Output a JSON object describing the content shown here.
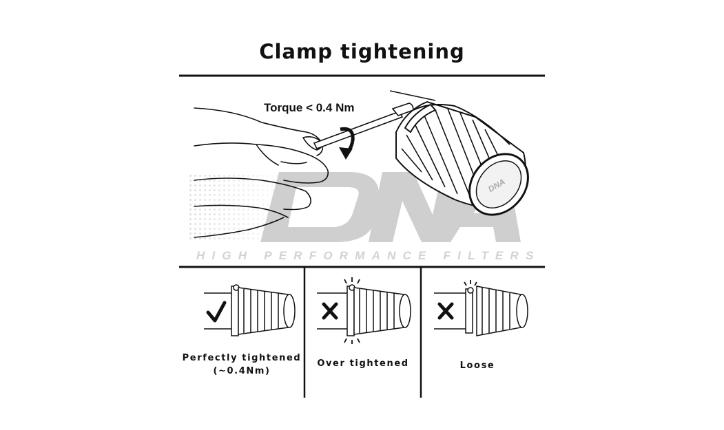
{
  "title": "Clamp tightening",
  "torque_label": "Torque < 0.4 Nm",
  "brand": {
    "logo": "DNA",
    "tagline": "HIGH PERFORMANCE FILTERS"
  },
  "panels": [
    {
      "label_line1": "Perfectly tightened",
      "label_line2": "(~0.4Nm)",
      "mark": "check-icon"
    },
    {
      "label_line1": "Over tightened",
      "label_line2": "",
      "mark": "cross-icon"
    },
    {
      "label_line1": "Loose",
      "label_line2": "",
      "mark": "cross-icon"
    }
  ]
}
